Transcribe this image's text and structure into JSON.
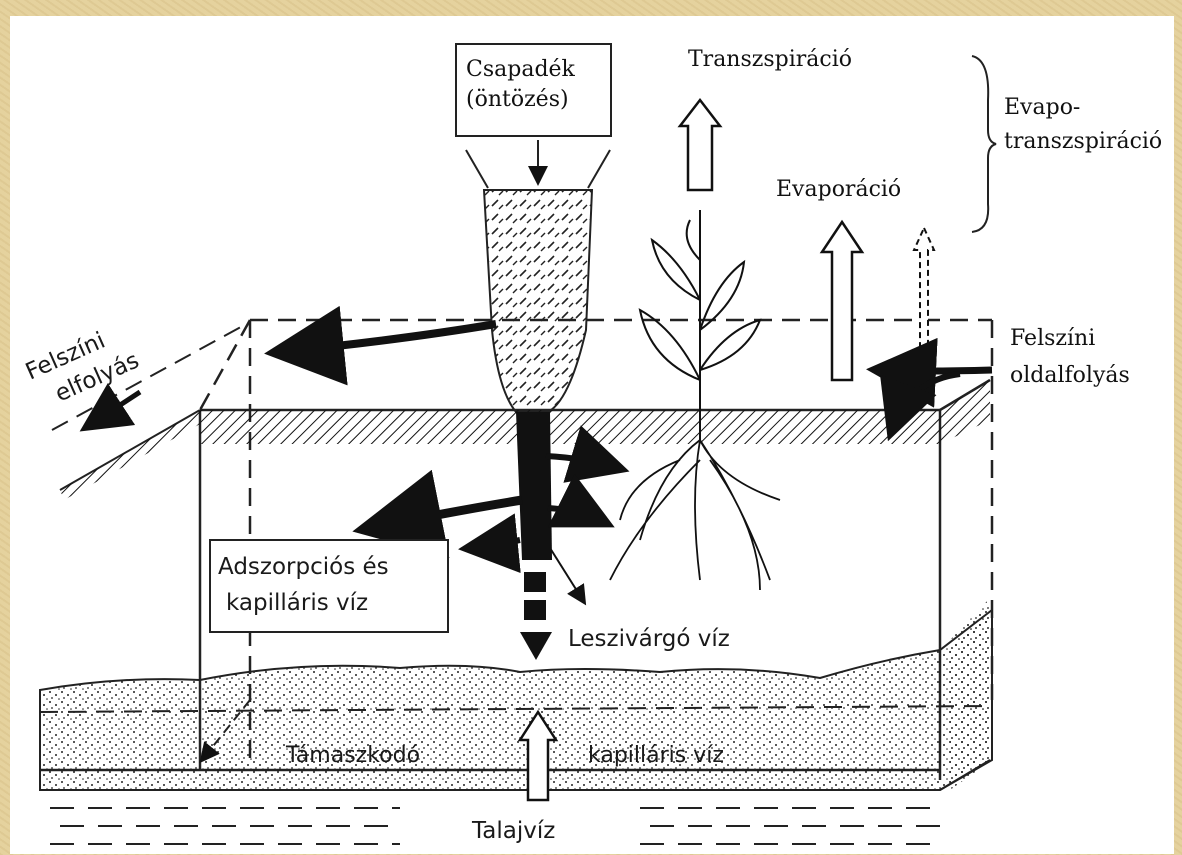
{
  "diagram": {
    "labels": {
      "csapadek_line1": "Csapadék",
      "csapadek_line2": "(öntözés)",
      "transzspiracio": "Transzspiráció",
      "evapo_line1": "Evapo-",
      "evapo_line2": "transzspiráció",
      "evaporacio": "Evaporáció",
      "felszini_elfolyas_line1": "Felszíni",
      "felszini_elfolyas_line2": "elfolyás",
      "felszini_oldal_line1": "Felszíni",
      "felszini_oldal_line2": "oldalfolyás",
      "adszorpcios_line1": "Adszorpciós és",
      "adszorpcios_line2": "kapilláris víz",
      "leszivargo": "Leszivárgó víz",
      "tamaszkodo_part1": "Támaszkodó",
      "tamaszkodo_part2": "kapilláris víz",
      "talajviz": "Talajvíz"
    }
  }
}
